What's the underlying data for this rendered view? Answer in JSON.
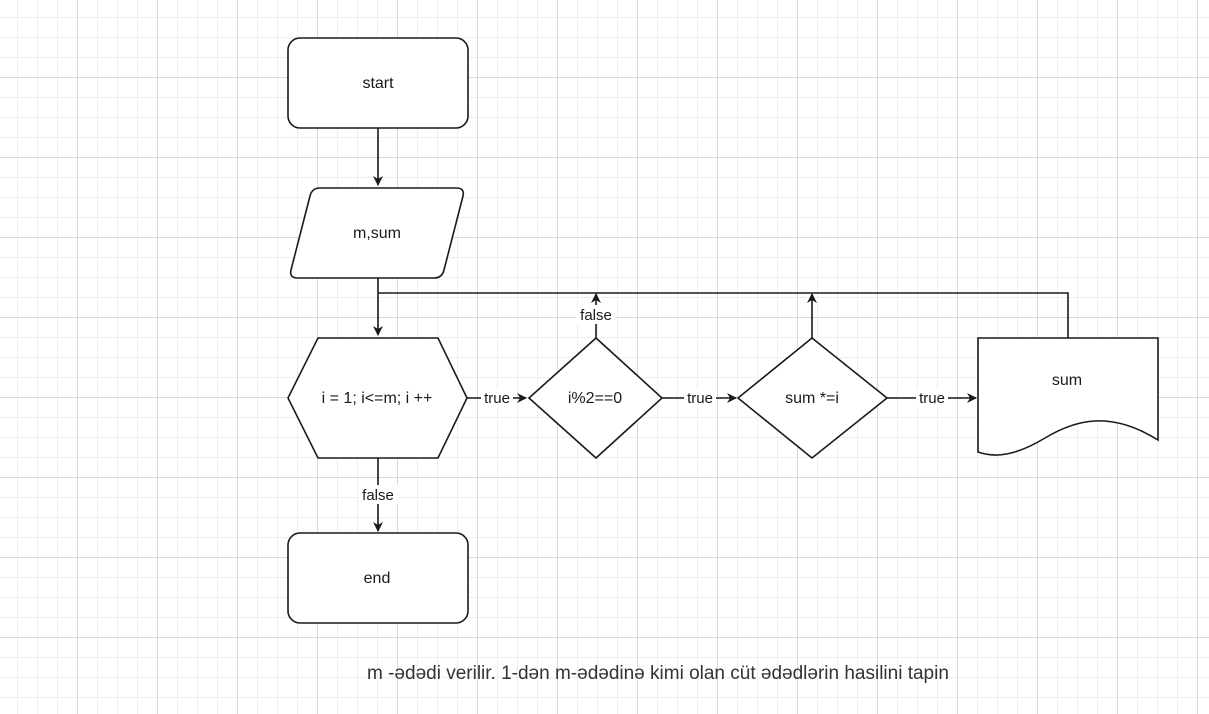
{
  "nodes": {
    "start": "start",
    "input": "m,sum",
    "loop": "i = 1; i<=m; i ++",
    "condition": "i%2==0",
    "multiply": "sum *=i",
    "output": "sum",
    "end": "end"
  },
  "edge_labels": {
    "loop_true": "true",
    "loop_false": "false",
    "condition_true": "true",
    "condition_false": "false",
    "multiply_true": "true"
  },
  "caption": "m -ədədi verilir. 1-dən m-ədədinə kimi olan cüt ədədlərin hasilini tapin"
}
